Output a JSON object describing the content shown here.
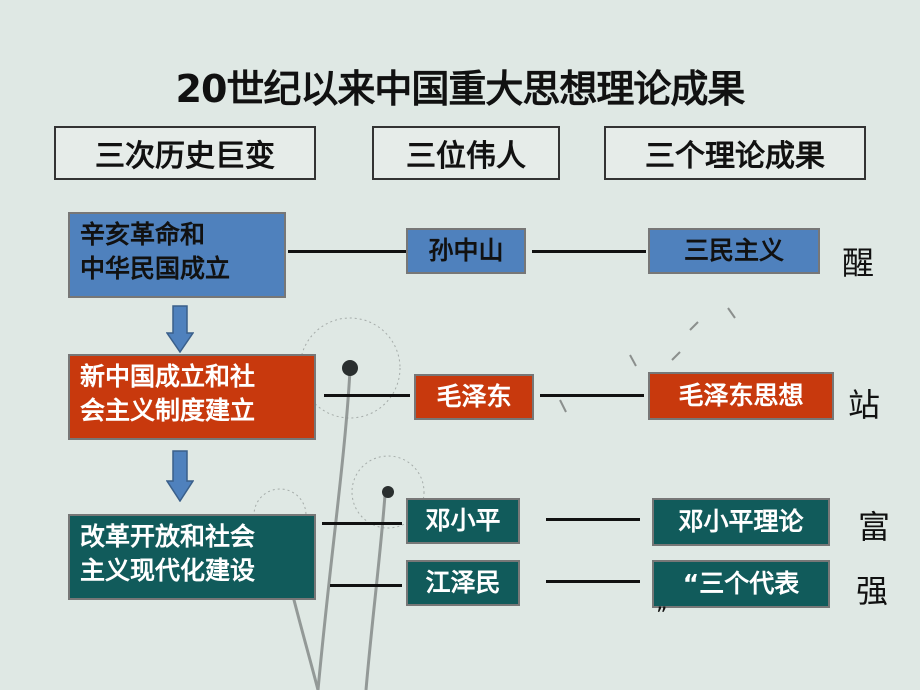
{
  "title": "20世纪以来中国重大思想理论成果",
  "headers": [
    "三次历史巨变",
    "三位伟人",
    "三个理论成果"
  ],
  "rows": [
    {
      "event": [
        "辛亥革命和",
        "中华民国成立"
      ],
      "persons": [
        "孙中山"
      ],
      "theories": [
        "三民主义"
      ],
      "side": "醒"
    },
    {
      "event": [
        "新中国成立和社",
        "会主义制度建立"
      ],
      "persons": [
        "毛泽东"
      ],
      "theories": [
        "毛泽东思想"
      ],
      "side": "站"
    },
    {
      "event": [
        "改革开放和社会",
        "主义现代化建设"
      ],
      "persons": [
        "邓小平",
        "江泽民"
      ],
      "theories": [
        "邓小平理论",
        "“三个代表"
      ],
      "side": [
        "富",
        "强"
      ]
    }
  ],
  "theory_tail": "”",
  "colors": {
    "blue": "#4f81bd",
    "red": "#c8390d",
    "teal": "#115b5b",
    "background": "#dfe8e4"
  }
}
